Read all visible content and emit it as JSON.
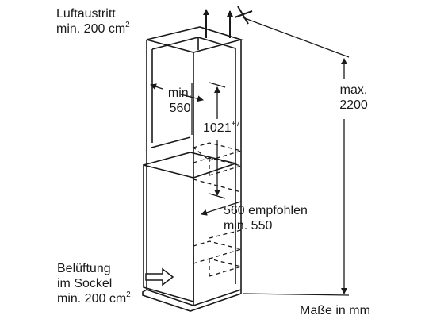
{
  "labels": {
    "air_outlet_line1": "Luftaustritt",
    "air_outlet_line2": "min. 200 cm",
    "air_outlet_sup": "2",
    "vent_line1": "Belüftung",
    "vent_line2": "im Sockel",
    "vent_line3": "min. 200 cm",
    "vent_sup": "2",
    "width_min_line1": "min.",
    "width_min_line2": "560",
    "height_value": "1021",
    "height_sup": "+7",
    "depth_line1": "560 empfohlen",
    "depth_line2": "min. 550",
    "max_height_line1": "max.",
    "max_height_line2": "2200",
    "units": "Maße in mm"
  },
  "icons": {
    "airflow_up": "arrow-up-icon",
    "airflow_blocked": "arrow-up-crossed-icon",
    "vent_in": "arrow-right-hollow-icon"
  },
  "colors": {
    "line": "#1a1a1a",
    "background": "#ffffff"
  }
}
